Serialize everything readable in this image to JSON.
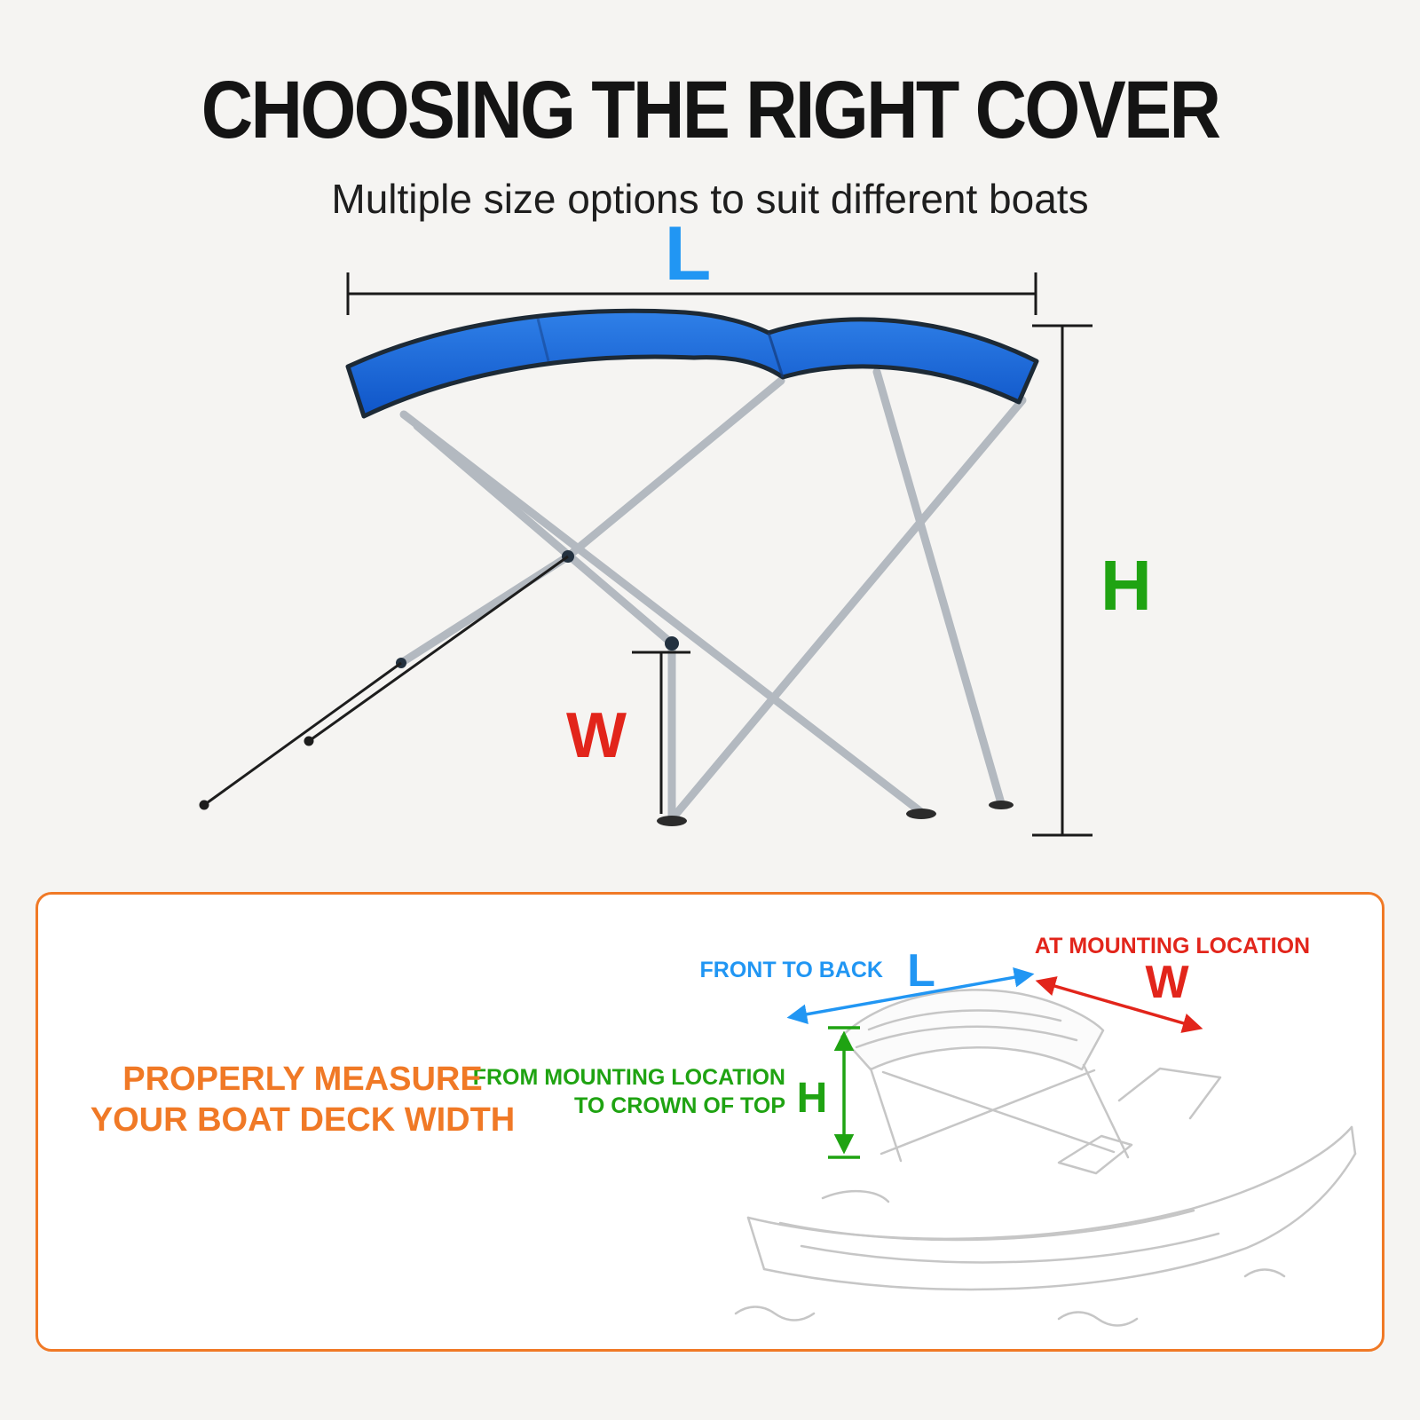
{
  "page": {
    "title": "CHOOSING THE RIGHT COVER",
    "subtitle": "Multiple size options to suit different boats"
  },
  "colors": {
    "blue": "#2196F3",
    "green": "#1FA312",
    "red": "#E2251B",
    "orange": "#F07926",
    "canopy_blue": "#1C66D9"
  },
  "diagram": {
    "length_label": "L",
    "height_label": "H",
    "width_label": "W"
  },
  "measure_panel": {
    "note_line1": "PROPERLY MEASURE",
    "note_line2": "YOUR BOAT DECK WIDTH",
    "front_to_back_label": "FRONT TO BACK",
    "length_label": "L",
    "at_mounting_label": "AT MOUNTING LOCATION",
    "width_label": "W",
    "height_caption_line1": "FROM MOUNTING LOCATION",
    "height_caption_line2": "TO CROWN OF TOP",
    "height_label": "H"
  }
}
